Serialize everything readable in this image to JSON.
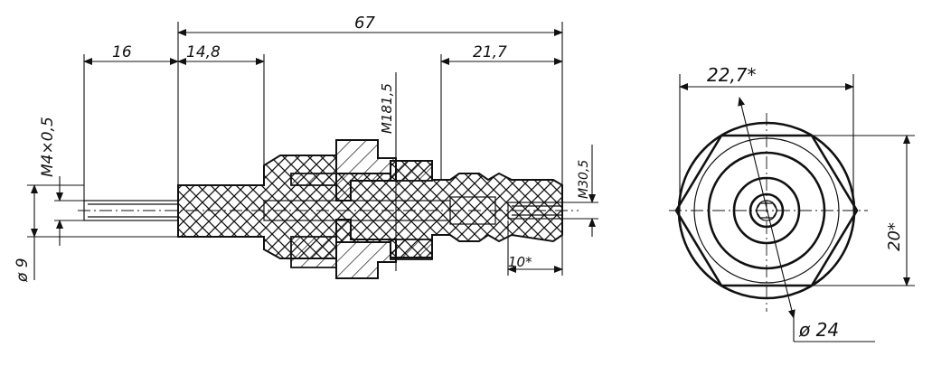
{
  "drawing": {
    "dim_overall_length": "67",
    "dim_left_16": "16",
    "dim_14_8": "14,8",
    "dim_21_7": "21,7",
    "dim_m18": "M181,5",
    "dim_m4": "M4×0,5",
    "dim_dia9": "ø 9",
    "dim_m3": "M30,5",
    "dim_10": "10*",
    "dim_22_7": "22,7*",
    "dim_20": "20*",
    "dim_dia24": "ø 24"
  }
}
